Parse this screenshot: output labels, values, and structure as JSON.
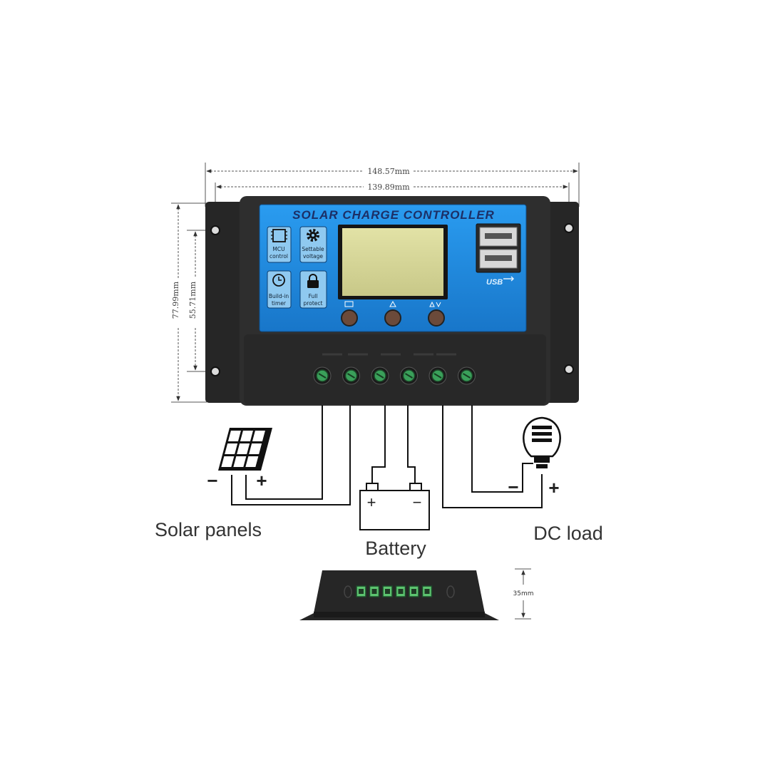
{
  "dimensions": {
    "overall_width": "148.57mm",
    "hole_spacing_width": "139.89mm",
    "overall_height": "77.99mm",
    "hole_spacing_height": "55.71mm",
    "depth": "35mm"
  },
  "controller": {
    "title": "SOLAR CHARGE CONTROLLER",
    "features": [
      {
        "icon": "chip-icon",
        "line1": "MCU",
        "line2": "control"
      },
      {
        "icon": "gear-icon",
        "line1": "Settable",
        "line2": "voltage"
      },
      {
        "icon": "clock-icon",
        "line1": "Build-in",
        "line2": "timer"
      },
      {
        "icon": "lock-icon",
        "line1": "Full",
        "line2": "protect"
      }
    ],
    "usb_label": "USB",
    "terminal_count": 6,
    "button_count": 3
  },
  "wiring": {
    "solar_label": "Solar panels",
    "battery_label": "Battery",
    "load_label": "DC load",
    "minus": "−",
    "plus": "+"
  },
  "colors": {
    "panel_blue": "#1f8fe0",
    "body_dark": "#2b2b2b",
    "lcd": "#d6d693",
    "terminal_green": "#3aa05a"
  }
}
